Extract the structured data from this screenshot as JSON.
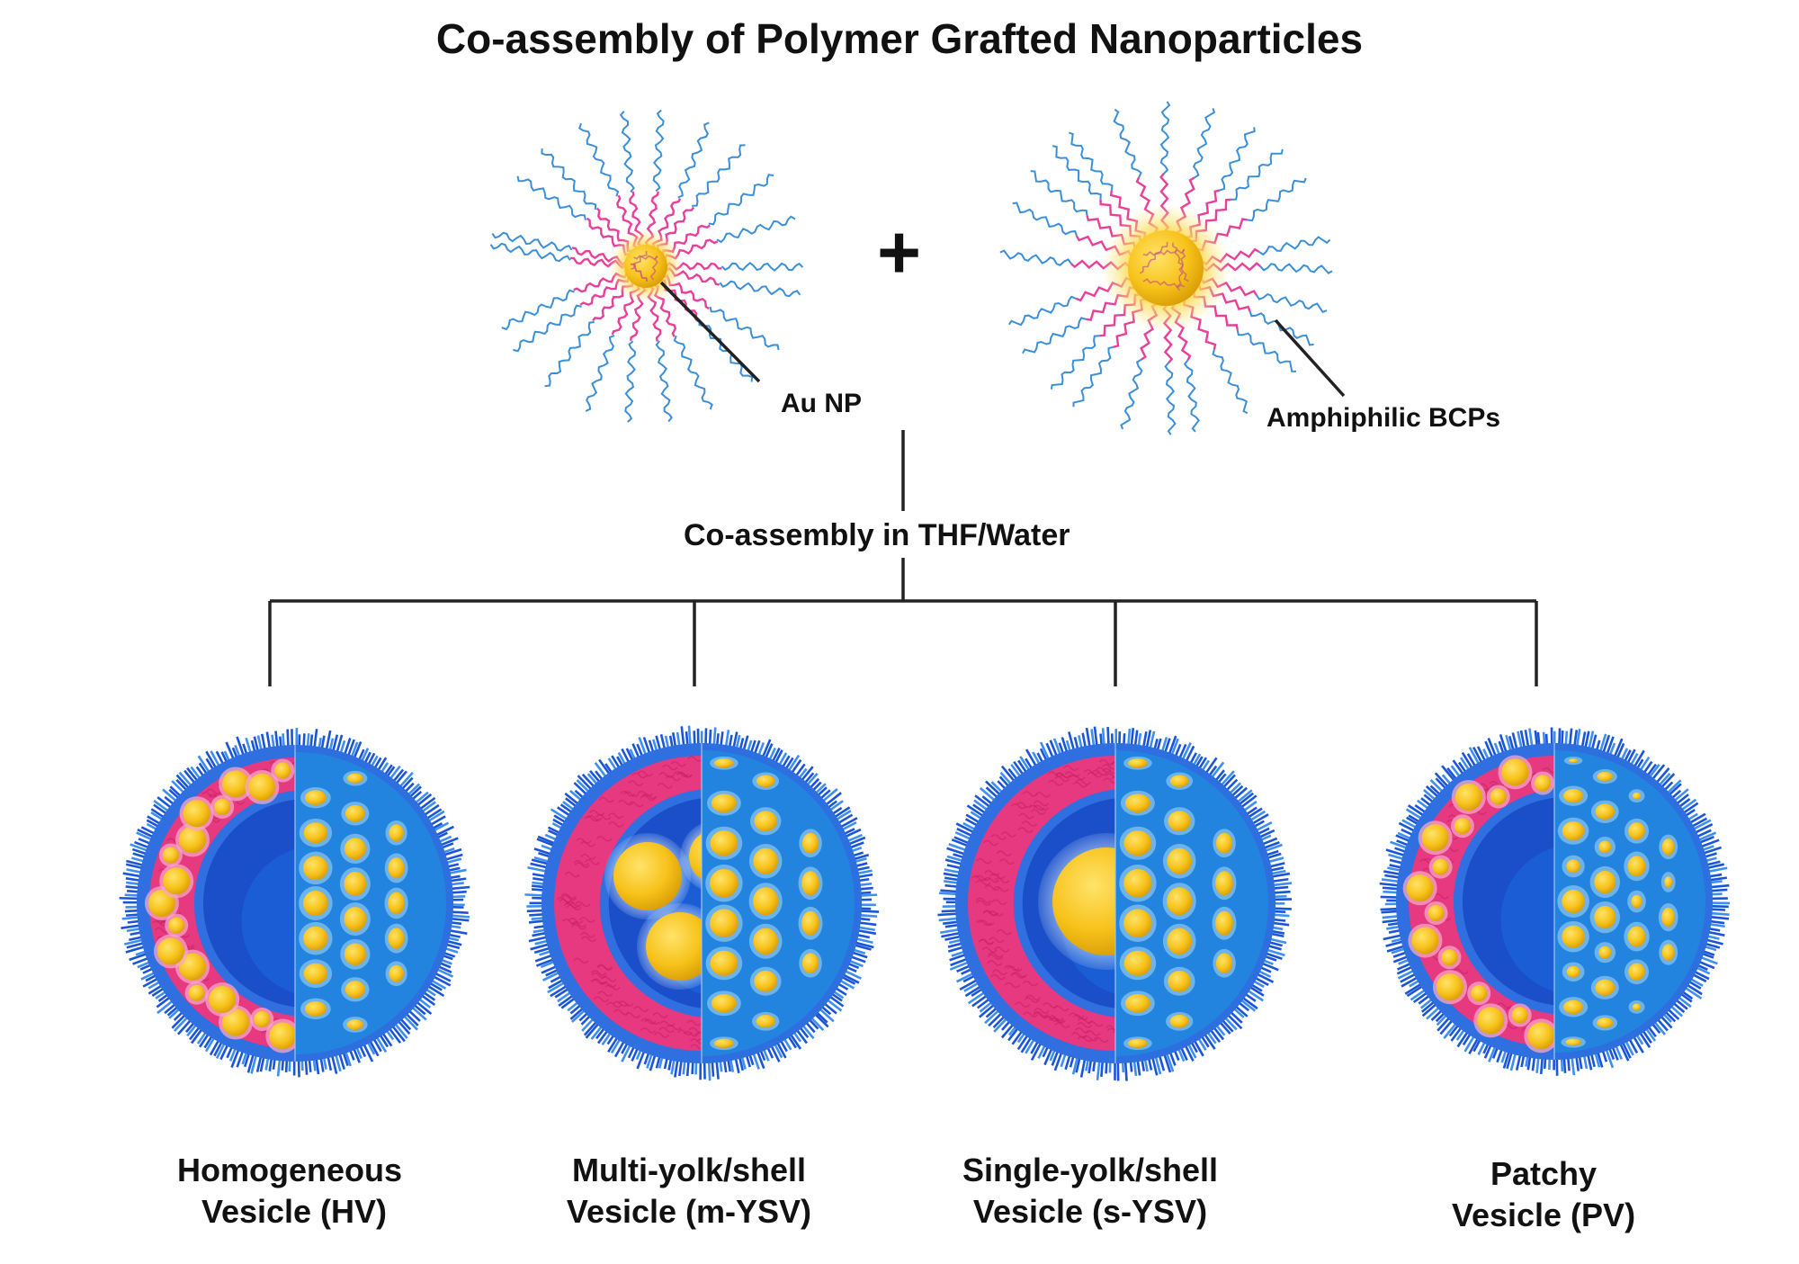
{
  "title": "Co-assembly of Polymer Grafted Nanoparticles",
  "plus_symbol": "+",
  "labels": {
    "au_np": "Au NP",
    "bcps": "Amphiphilic BCPs",
    "process": "Co-assembly in THF/Water"
  },
  "vesicles": [
    {
      "line1": "Homogeneous",
      "line2": "Vesicle (HV)",
      "type": "homogeneous"
    },
    {
      "line1": "Multi-yolk/shell",
      "line2": "Vesicle (m-YSV)",
      "type": "multi-yolk"
    },
    {
      "line1": "Single-yolk/shell",
      "line2": "Vesicle (s-YSV)",
      "type": "single-yolk"
    },
    {
      "line1": "Patchy",
      "line2": "Vesicle (PV)",
      "type": "patchy"
    }
  ],
  "colors": {
    "gold": "#f7c21a",
    "gold_dark": "#d89b06",
    "pink": "#e6397f",
    "blue_outer": "#2f6fe0",
    "blue_fringe": "#1a55d8",
    "blue_inner": "#1b4fc9",
    "blue_light": "#1a96e0",
    "chain_pink": "#e8409a",
    "chain_blue": "#3b8fd8",
    "line": "#222222"
  }
}
